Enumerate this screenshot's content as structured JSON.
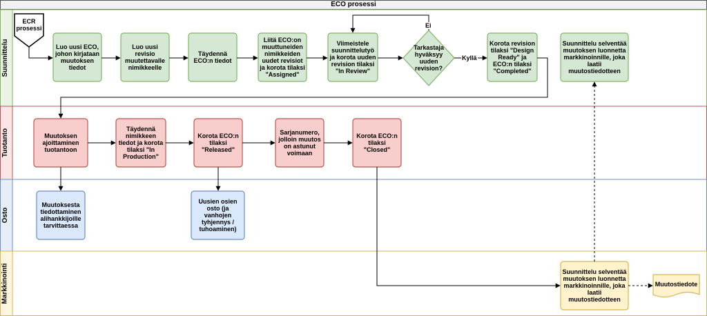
{
  "title": "ECO prosessi",
  "lanes": [
    {
      "name": "Suunnittelu",
      "color": "#eaf4e6"
    },
    {
      "name": "Tuotanto",
      "color": "#fbe6e6"
    },
    {
      "name": "Osto",
      "color": "#e6eef8"
    },
    {
      "name": "Markkinointi",
      "color": "#fdf6de"
    }
  ],
  "start": {
    "label": "ECR prosessi"
  },
  "nodes": {
    "s1": "Luo uusi ECO, johon kirjataan muutoksen tiedot",
    "s2": "Luo uusi revisio muutettavalle nimikkeelle",
    "s3": "Täydennä ECO:n tiedot",
    "s4": "Liitä ECO:on muuttuneiden nimikkeiden uudet revisiot ja korota tilaksi \"Assigned\"",
    "s5": "Viimeistele suunnittelutyö ja korota uuden revision tilaksi \"In Review\"",
    "decision": "Tarkastaja hyväksyy uuden revision?",
    "s6": "Korota revision tilaksi \"Design Ready\" ja ECO:n tilaksi \"Completed\"",
    "s7": "Suunnittelu selventää muutoksen luonnetta markkinoinnille, joka laatii muutostiedotteen",
    "t1": "Muutoksen ajoittaminen tuotantoon",
    "t2": "Täydennä nimikkeen tiedot ja korota tilaksi \"In Production\"",
    "t3": "Korota ECO:n tilaksi \"Released\"",
    "t4": "Sarjanumero, jolloin muutos on astunut voimaan",
    "t5": "Korota ECO:n tilaksi \"Closed\"",
    "o1": "Muutoksesta tiedottaminen alihankkijoille tarvittaessa",
    "o2": "Uusien osien osto (ja vanhojen tyhjennys / tuhoaminen)",
    "m1": "Suunnittelu selventää muutoksen luonnetta markkinoinnille, joka laatii muutostiedotteen",
    "doc": "Muutostiedote"
  },
  "edge_labels": {
    "no": "Ei",
    "yes": "Kyllä"
  },
  "colors": {
    "green_fill": "#d5e8d4",
    "green_stroke": "#82b366",
    "red_fill": "#f8cecc",
    "red_stroke": "#b85450",
    "blue_fill": "#dae8fc",
    "blue_stroke": "#6c8ebf",
    "yellow_fill": "#fff2cc",
    "yellow_stroke": "#d6b656"
  }
}
